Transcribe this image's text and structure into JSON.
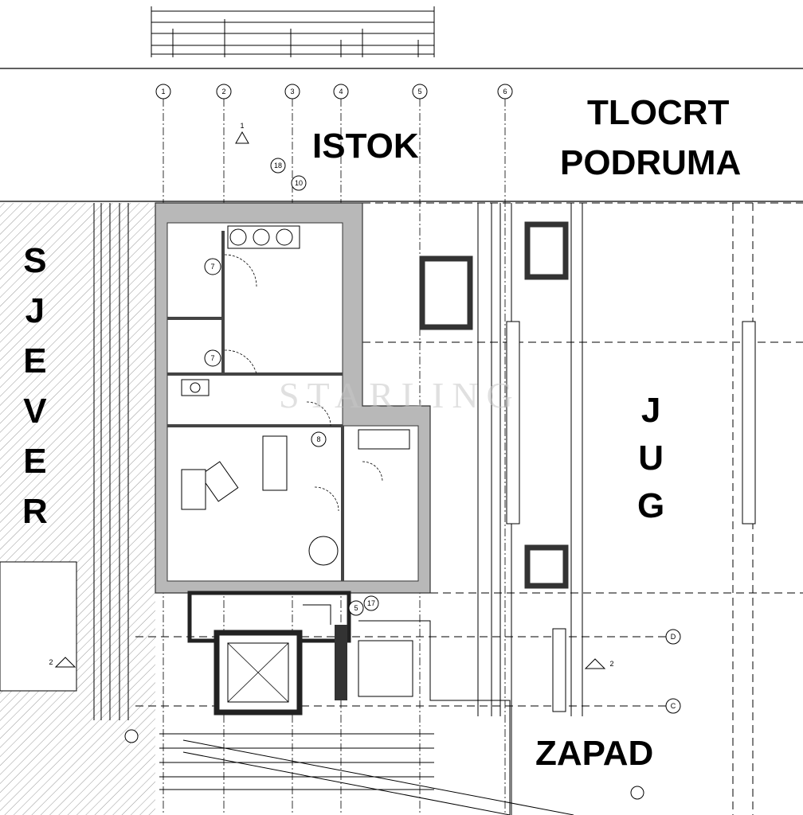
{
  "labels": {
    "title_line1": "TLOCRT",
    "title_line2": "PODRUMA",
    "east": "ISTOK",
    "west": "ZAPAD",
    "north_letters": [
      "S",
      "J",
      "E",
      "V",
      "E",
      "R"
    ],
    "south_letters": [
      "J",
      "U",
      "G"
    ]
  },
  "grid_axes": [
    "1",
    "2",
    "3",
    "4",
    "5",
    "6"
  ],
  "row_axes": [
    "D",
    "C"
  ],
  "section_marks": [
    "1",
    "2",
    "2"
  ],
  "room_tags": [
    "7",
    "7",
    "18",
    "10",
    "5",
    "17",
    "8"
  ],
  "watermark": "STARLING",
  "colors": {
    "wall": "#b8b8b8",
    "wall_outline": "#333333",
    "hatch": "#9a9a9a",
    "line": "#000000"
  }
}
